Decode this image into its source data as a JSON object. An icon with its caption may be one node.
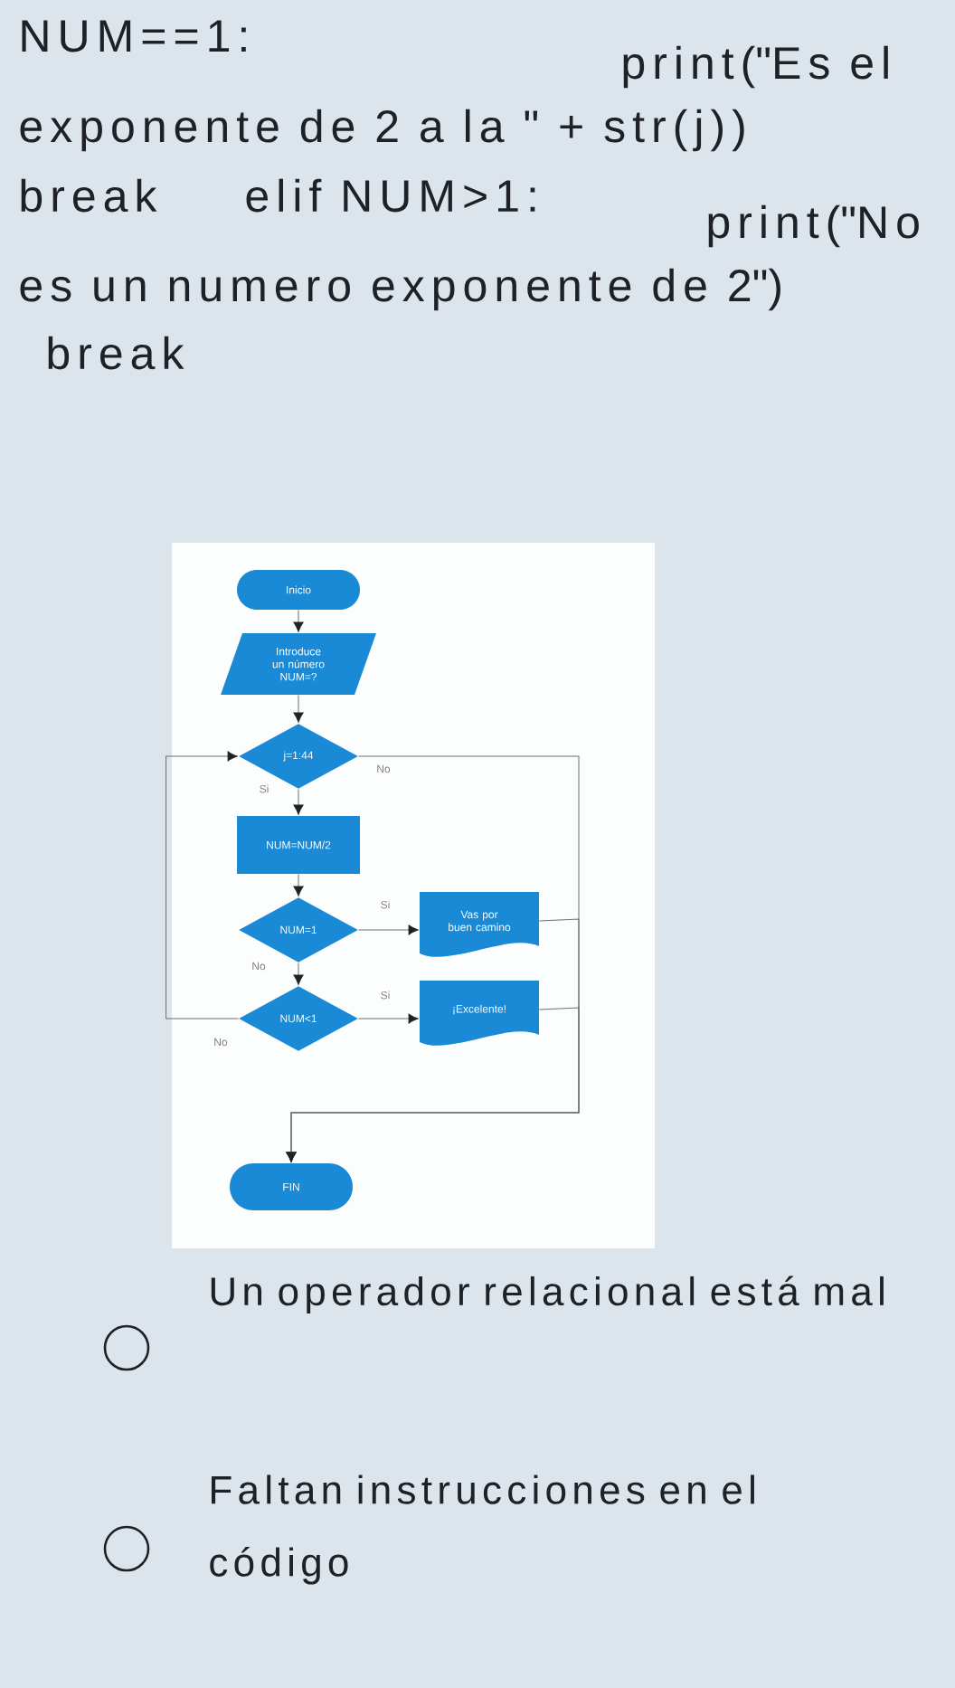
{
  "diagram": {
    "nodes": [
      {
        "text": [
          "Inicio"
        ]
      },
      {
        "text": [
          "Introduce un número NUM=?"
        ]
      },
      {
        "text": [
          "j=1:44"
        ]
      },
      {
        "text": [
          "NUM=NUM/2"
        ]
      },
      {
        "text": [
          "NUM=1"
        ]
      },
      {
        "text": [
          "Vas por buen camino"
        ]
      },
      {
        "text": [
          "NUM<1"
        ]
      },
      {
        "text": [
          "¡Excelente!"
        ]
      },
      {
        "text": [
          "FIN"
        ]
      }
    ],
    "edges": [
      {
        "from": 0,
        "to": 1,
        "arrow": "to"
      },
      {
        "from": 1,
        "to": 2,
        "arrow": "to"
      },
      {
        "from": 2,
        "to": 3,
        "arrow": "to",
        "label": "Si"
      },
      {
        "from": 3,
        "to": 4,
        "arrow": "to"
      },
      {
        "from": 4,
        "to": 5,
        "arrow": "to",
        "label": "Si"
      },
      {
        "from": 4,
        "to": 6,
        "arrow": "to",
        "label": "No"
      },
      {
        "from": 6,
        "to": 7,
        "arrow": "to",
        "label": "Si"
      },
      {
        "from": 6,
        "to": 2,
        "arrow": "to",
        "label": "No"
      },
      {
        "from": 2,
        "to": 8,
        "arrow": "to",
        "label": "No"
      },
      {
        "from": 5,
        "to": 8,
        "arrow": "to"
      },
      {
        "from": 7,
        "to": 8,
        "arrow": "to"
      }
    ],
    "labels": [
      "NUM==1:",
      "print(\"Es el",
      "exponente de 2 a la \" + str(j))",
      "break",
      "elif NUM>1:",
      "print(\"No",
      "es un numero exponente de 2\")",
      "break",
      "Un operador relacional está mal",
      "Faltan instrucciones en el código"
    ]
  }
}
